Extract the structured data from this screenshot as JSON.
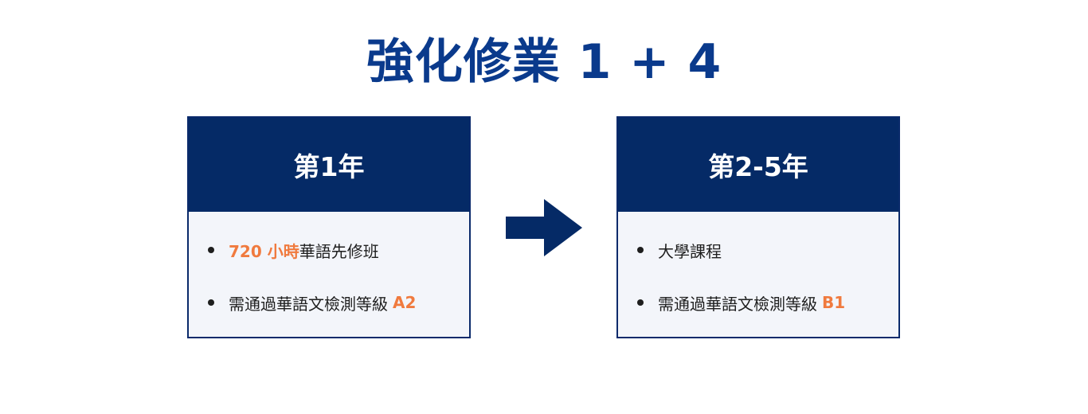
{
  "title": "強化修業 1 + 4",
  "colors": {
    "navy": "#052a66",
    "title_blue": "#0a3a8c",
    "accent": "#f07a3e",
    "card_bg": "#f3f5fa"
  },
  "left_card": {
    "header": "第1年",
    "items": [
      {
        "highlight": "720 小時",
        "text": "華語先修班"
      },
      {
        "text": "需通過華語文檢測等級 ",
        "highlight": "A2"
      }
    ]
  },
  "right_card": {
    "header": "第2-5年",
    "items": [
      {
        "text": "大學課程"
      },
      {
        "text": "需通過華語文檢測等級 ",
        "highlight": "B1"
      }
    ]
  },
  "arrow_icon": "right-arrow-icon"
}
